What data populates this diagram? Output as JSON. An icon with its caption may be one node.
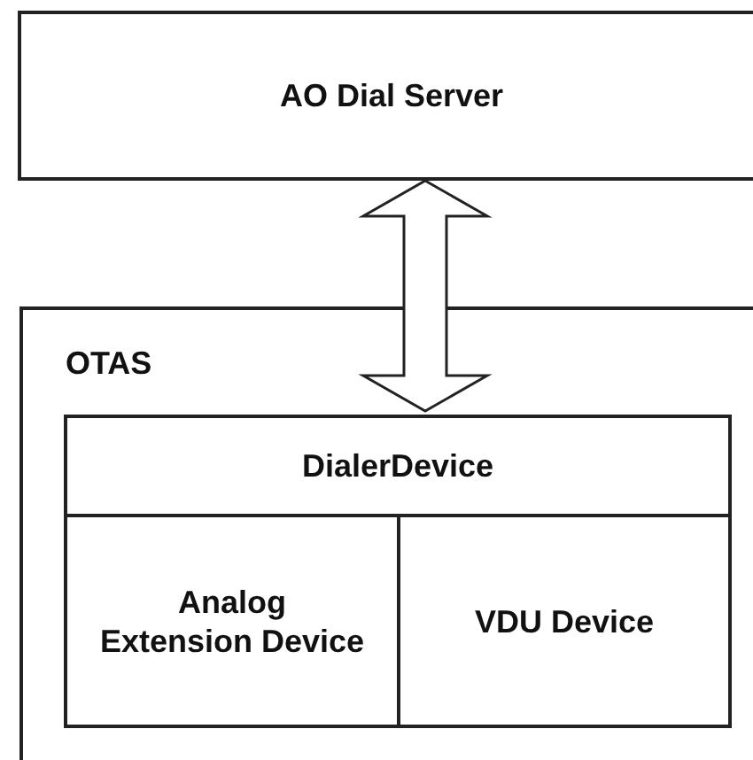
{
  "diagram": {
    "nodes": [
      {
        "text": [
          "AO Dial Server"
        ]
      },
      {
        "text": [
          "OTAS"
        ]
      },
      {
        "text": [
          "DialerDevice"
        ],
        "in": 1
      },
      {
        "text": [
          "Analog Extension Device"
        ],
        "in": 1
      },
      {
        "text": [
          "VDU Device"
        ],
        "in": 1
      }
    ],
    "edges": [
      {
        "from": 0,
        "to": 2,
        "arrow": "both"
      }
    ]
  }
}
